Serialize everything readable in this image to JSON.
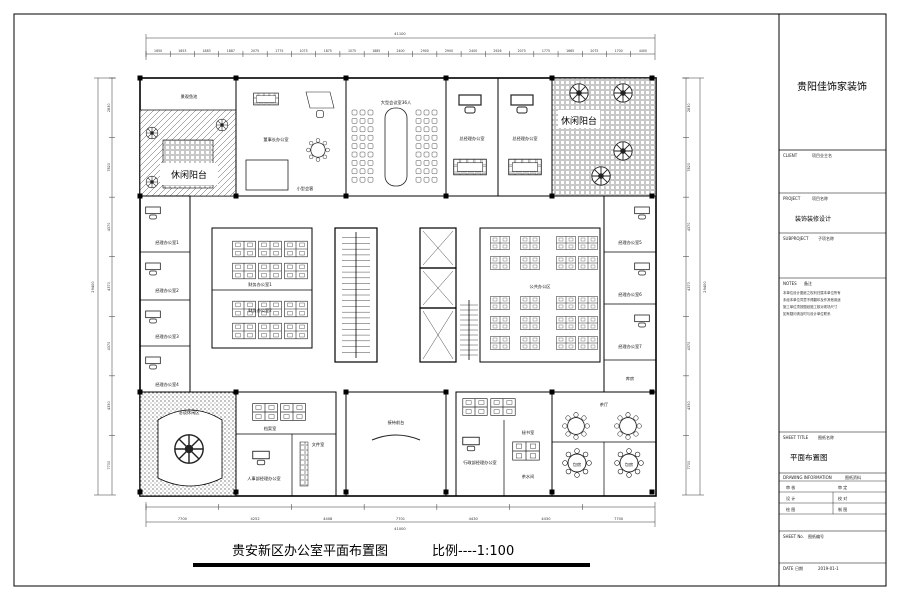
{
  "drawing": {
    "title": "贵安新区办公室平面布置图",
    "scale": "比例----1:100",
    "overall_width_top": "41100",
    "overall_width_bottom": "41000",
    "overall_height_left": "29400",
    "overall_height_right": "29400"
  },
  "title_block": {
    "company": "贵阳佳饰家装饰",
    "client_label": "CLIENT",
    "client_value": "项目业主名",
    "project_label": "PROJECT",
    "project_value": "项目名称",
    "design_label": "装饰装修设计",
    "subproject_label": "SUBPROJECT",
    "subproject_value": "子项名称",
    "notes_label": "NOTES",
    "notes_title": "备注",
    "notes_text_1": "本单位设计图纸之权利归属本单位所有",
    "notes_text_2": "未经本单位同意不得翻印及作其他用途",
    "notes_text_3": "施工单位须按图纸施工核对现场尺寸",
    "notes_text_4": "如有疑问请及时与设计单位联系",
    "sheet_title_label": "SHEET TITLE",
    "sheet_title_value": "图纸名称",
    "sheet_title": "平面布置图",
    "drawing_info_label": "DRAWING INFORMATION",
    "drawing_info_value": "图纸资料",
    "review_label": "审 核",
    "approve_label": "审 定",
    "design_person_label": "设 计",
    "draw_person_label": "绘 图",
    "check_label": "校 对",
    "produce_label": "制 图",
    "sheet_no_label": "SHEET No.",
    "sheet_no_value": "图纸编号",
    "date_label": "DATE",
    "date_sub": "日期",
    "date_value": "2019-01-1"
  },
  "rooms": {
    "sparrow": "景观鱼池",
    "leisure_left": "休闲阳台",
    "chairman": "董事长办公室",
    "small_meeting": "小型会客",
    "big_meeting": "大型会议室36人",
    "gm_left": "总经理办公室",
    "gm_right": "总经理办公室",
    "leisure_right": "休闲阳台",
    "mgr_1": "经理办公室1",
    "mgr_2": "经理办公室2",
    "mgr_3": "经理办公室3",
    "mgr_4": "经理办公室4",
    "finance_1": "财务办公室1",
    "finance_2": "财务办公室2",
    "open_office": "公共办公区",
    "mgr_5": "经理办公室5",
    "mgr_6": "经理办公室6",
    "mgr_7": "经理办公室7",
    "storage": "库房",
    "reception_area": "洽谈休闲区",
    "archive": "档案室",
    "hr_office": "人事部经理办公室",
    "file_room": "文件室",
    "reception": "接待前台",
    "admin_office": "行政部经理办公室",
    "secretary": "秘书室",
    "tea": "茶水间",
    "dining_1": "包房",
    "dining_2": "包房",
    "hall": "茶厅"
  },
  "dimensions_top": [
    "1650",
    "1653",
    "1883",
    "1887",
    "2075",
    "1775",
    "1075",
    "1875",
    "1075",
    "1885",
    "2400",
    "2900",
    "2900",
    "2400",
    "2926",
    "2075",
    "1775",
    "1665",
    "2075",
    "1700",
    "4400"
  ],
  "dimensions_bottom": [
    "7700",
    "4252",
    "4408",
    "7701",
    "4430",
    "4430",
    "7700"
  ],
  "dimensions_left": [
    "2830",
    "7820",
    "4370",
    "4370",
    "4370",
    "4350",
    "7700"
  ],
  "dimensions_right": [
    "2830",
    "7820",
    "4370",
    "4370",
    "4370",
    "4350",
    "7700"
  ]
}
